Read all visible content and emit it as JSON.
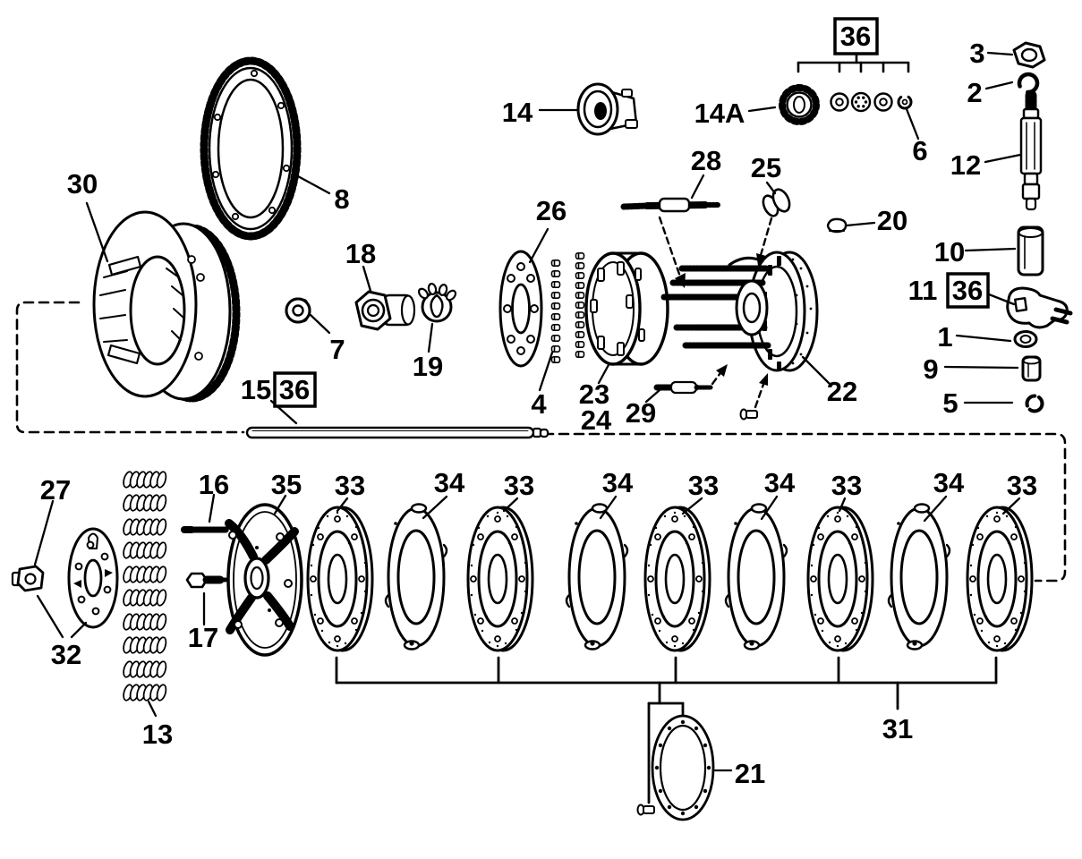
{
  "figure": {
    "background": "#ffffff",
    "ink": "#000000",
    "type": "exploded-parts-diagram"
  },
  "callouts": {
    "c1": "1",
    "c2": "2",
    "c3": "3",
    "c4": "4",
    "c5": "5",
    "c6": "6",
    "c7": "7",
    "c8": "8",
    "c9": "9",
    "c10": "10",
    "c11": "11",
    "c12": "12",
    "c13": "13",
    "c14": "14",
    "c14a": "14A",
    "c15": "15",
    "c16": "16",
    "c17": "17",
    "c18": "18",
    "c19": "19",
    "c20": "20",
    "c21": "21",
    "c22": "22",
    "c23": "23",
    "c24": "24",
    "c25": "25",
    "c26": "26",
    "c27": "27",
    "c28": "28",
    "c29": "29",
    "c30": "30",
    "c31": "31",
    "c32": "32",
    "c33": "33",
    "c34": "34",
    "c35": "35",
    "c36": "36"
  },
  "plate_row": {
    "sequence": [
      "33",
      "34",
      "33",
      "34",
      "33",
      "34",
      "33",
      "34",
      "33"
    ],
    "bracket_label": "31"
  },
  "boxed_label": "36",
  "counts": {
    "springs": 10,
    "friction_plates": 5,
    "steel_plates": 4
  }
}
